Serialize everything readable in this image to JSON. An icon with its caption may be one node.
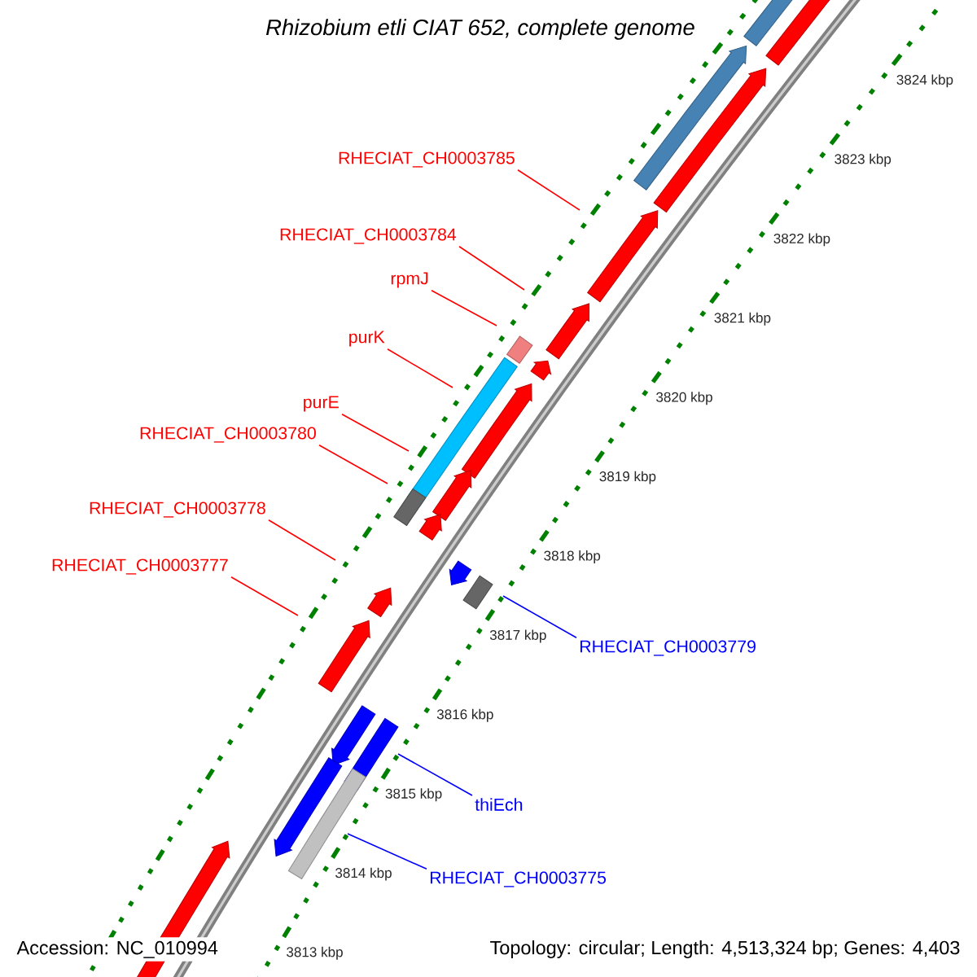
{
  "diagram": {
    "title": "*Rhizobium etli* CIAT 652, complete genome",
    "nodes": [
      {
        "text": [
          "RHECIAT_CH0003785"
        ]
      },
      {
        "text": [
          "RHECIAT_CH0003784"
        ]
      },
      {
        "text": [
          "rpmJ"
        ]
      },
      {
        "text": [
          "purK"
        ]
      },
      {
        "text": [
          "purE"
        ]
      },
      {
        "text": [
          "RHECIAT_CH0003780"
        ]
      },
      {
        "text": [
          "RHECIAT_CH0003778"
        ]
      },
      {
        "text": [
          "RHECIAT_CH0003777"
        ]
      },
      {
        "text": [
          "RHECIAT_CH0003779"
        ]
      },
      {
        "text": [
          "thiEch"
        ]
      },
      {
        "text": [
          "RHECIAT_CH0003775"
        ]
      }
    ],
    "edges": [
      {
        "from": 0,
        "to": null,
        "arrow": "none"
      },
      {
        "from": 1,
        "to": null,
        "arrow": "none"
      },
      {
        "from": 2,
        "to": null,
        "arrow": "none"
      },
      {
        "from": 3,
        "to": null,
        "arrow": "none"
      },
      {
        "from": 4,
        "to": null,
        "arrow": "none"
      },
      {
        "from": 5,
        "to": null,
        "arrow": "none"
      },
      {
        "from": 6,
        "to": null,
        "arrow": "none"
      },
      {
        "from": 7,
        "to": null,
        "arrow": "none"
      },
      {
        "from": 8,
        "to": null,
        "arrow": "none",
        "color": "#0000ff"
      },
      {
        "from": 9,
        "to": null,
        "arrow": "none",
        "color": "#0000ff"
      },
      {
        "from": 10,
        "to": null,
        "arrow": "none",
        "color": "#0000ff"
      }
    ],
    "labels": [
      "3824 kbp",
      "3823 kbp",
      "3822 kbp",
      "3821 kbp",
      "3820 kbp",
      "3819 kbp",
      "3818 kbp",
      "3817 kbp",
      "3816 kbp",
      "3815 kbp",
      "3814 kbp",
      "3813 kbp",
      "Accession: NC_010994",
      "Topology: circular; Length: 4,513,324 bp; Genes: 4,403"
    ]
  }
}
